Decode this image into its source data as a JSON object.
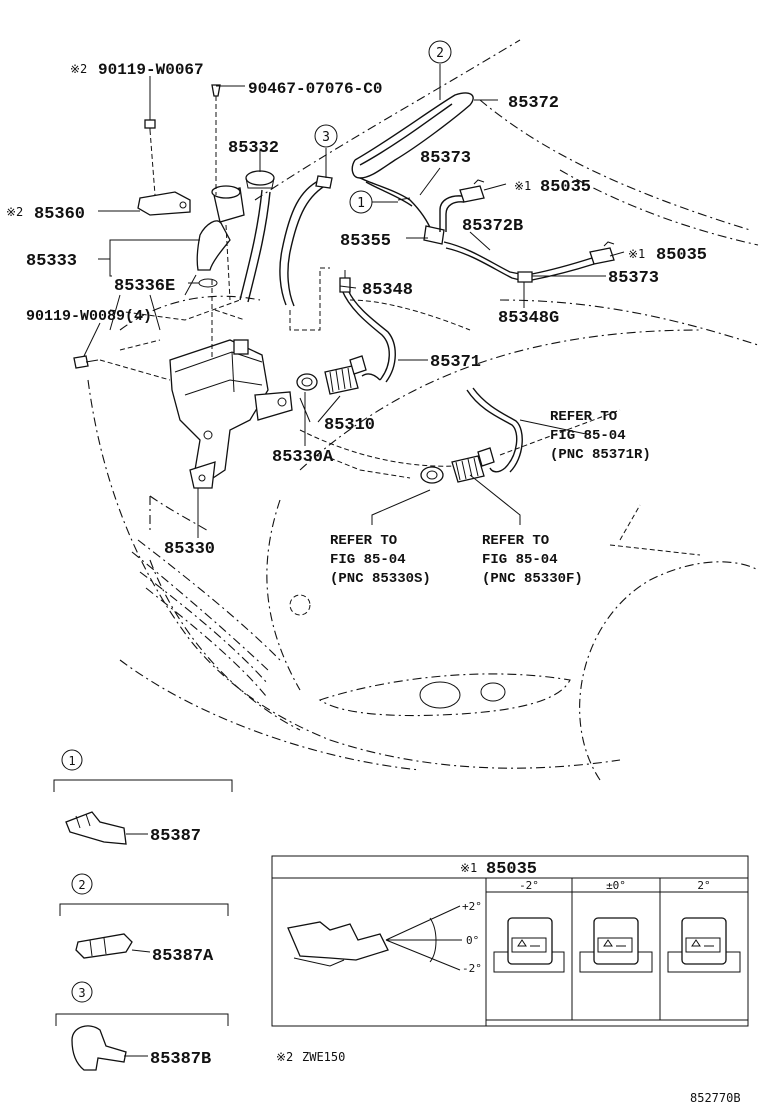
{
  "callouts": {
    "p90119_w0067": "90119-W0067",
    "p90467": "90467-07076-C0",
    "p85332": "85332",
    "p85360": "85360",
    "p85333": "85333",
    "p85336e": "85336E",
    "p90119_w0089": "90119-W0089(4)",
    "p85372": "85372",
    "p85373_top": "85373",
    "p85035_top": "85035",
    "p85372b": "85372B",
    "p85355": "85355",
    "p85035_mid": "85035",
    "p85348": "85348",
    "p85373_mid": "85373",
    "p85348g": "85348G",
    "p85371": "85371",
    "p85310": "85310",
    "p85330a": "85330A",
    "p85330": "85330"
  },
  "markers": {
    "note2_symbol": "※2",
    "note1_symbol": "※1",
    "circle_1": "1",
    "circle_2": "2",
    "circle_3": "3"
  },
  "refer_notes": {
    "r1_line1": "REFER TO",
    "r1_line2": "FIG 85-04",
    "r1_line3": "(PNC 85371R)",
    "r2_line1": "REFER TO",
    "r2_line2": "FIG 85-04",
    "r2_line3": "(PNC 85330S)",
    "r3_line1": "REFER TO",
    "r3_line2": "FIG 85-04",
    "r3_line3": "(PNC 85330F)"
  },
  "legend_clips": [
    {
      "number": "1",
      "part": "85387"
    },
    {
      "number": "2",
      "part": "85387A"
    },
    {
      "number": "3",
      "part": "85387B"
    }
  ],
  "inset": {
    "title": "85035",
    "col_headers": [
      "-2°",
      "±0°",
      "2°"
    ],
    "angle_labels": [
      "+2°",
      "0°",
      "-2°"
    ]
  },
  "footnote": "ZWE150",
  "figure_number": "852770B"
}
